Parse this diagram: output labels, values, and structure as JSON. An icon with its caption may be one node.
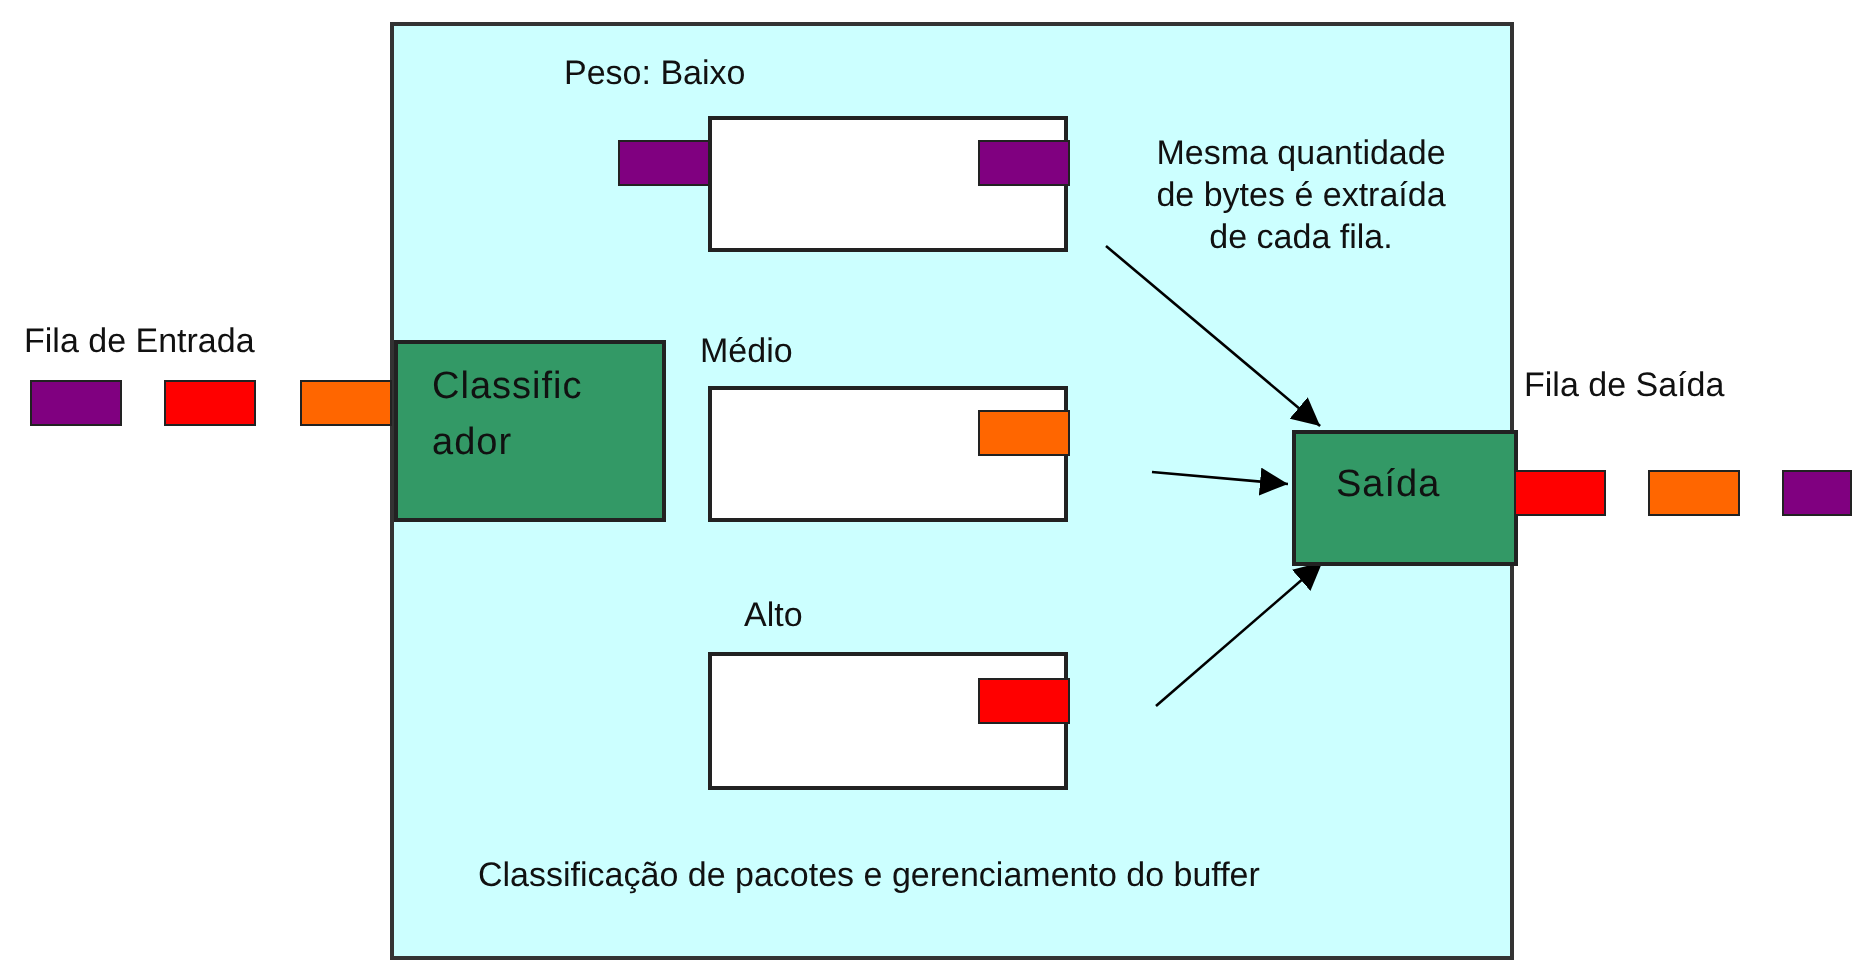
{
  "diagram": {
    "nodes": [
      {
        "text": [
          "Classificação de pacotes e gerenciamento do buffer"
        ]
      },
      {
        "text": [
          "Classific ador"
        ],
        "in": 0
      },
      {
        "text": [
          "Peso: Baixo"
        ],
        "in": 0
      },
      {
        "text": [
          "Médio"
        ],
        "in": 0
      },
      {
        "text": [
          "Alto"
        ],
        "in": 0
      },
      {
        "text": [
          "Saída"
        ],
        "in": 0
      }
    ],
    "edges": [
      {
        "from": null,
        "to": 5,
        "arrow": "to"
      },
      {
        "from": null,
        "to": 5,
        "arrow": "to"
      },
      {
        "from": null,
        "to": 5,
        "arrow": "to"
      }
    ],
    "labels": [
      "Fila de Entrada",
      "Mesma quantidade de bytes é extraída de cada fila.",
      "Fila de Saída"
    ]
  }
}
